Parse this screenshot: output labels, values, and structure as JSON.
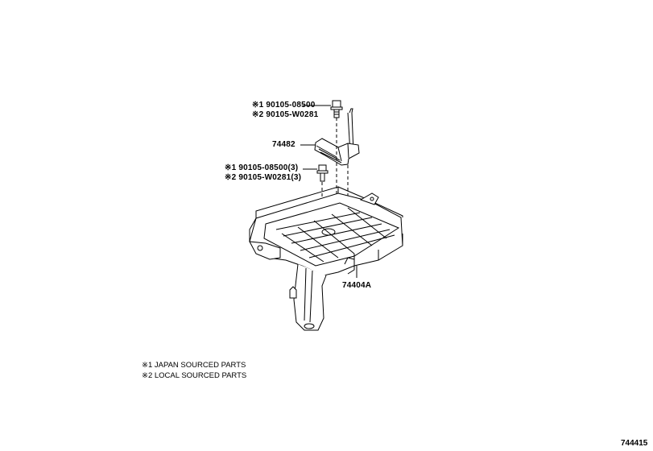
{
  "diagram": {
    "type": "exploded parts diagram",
    "callouts": [
      {
        "id": "bolt-upper",
        "lines": [
          "※1 90105-08500",
          "※2 90105-W0281"
        ]
      },
      {
        "id": "clamp",
        "lines": [
          "74482"
        ]
      },
      {
        "id": "bolt-lower",
        "lines": [
          "※1 90105-08500(3)",
          "※2 90105-W0281(3)"
        ]
      },
      {
        "id": "tray",
        "lines": [
          "74404A"
        ]
      }
    ],
    "legend": [
      "※1  JAPAN SOURCED PARTS",
      "※2  LOCAL SOURCED PARTS"
    ],
    "figure_code": "744415"
  }
}
